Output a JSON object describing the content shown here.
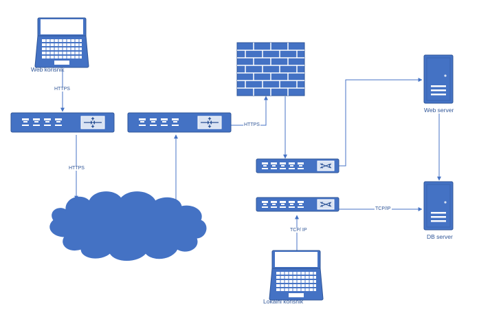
{
  "colors": {
    "device_fill": "#4472c4",
    "device_edge": "#2f5597",
    "line": "#4472c4",
    "label": "#2f5597"
  },
  "nodes": {
    "web_user": {
      "label": "Web korisnik",
      "icon": "laptop-icon"
    },
    "router_1": {
      "icon": "router-icon"
    },
    "router_2": {
      "icon": "router-icon"
    },
    "internet": {
      "icon": "cloud-icon"
    },
    "firewall": {
      "icon": "firewall-icon"
    },
    "switch_1": {
      "icon": "switch-icon"
    },
    "switch_2": {
      "icon": "switch-icon"
    },
    "web_server": {
      "label": "Web server",
      "icon": "server-icon"
    },
    "db_server": {
      "label": "DB server",
      "icon": "server-icon"
    },
    "local_user": {
      "label": "Lokalni korisnik",
      "icon": "laptop-icon"
    }
  },
  "edges": {
    "web_user_router1": "HTTPS",
    "router1_internet": "HTTPS",
    "router2_firewall": "HTTPS",
    "switch2_db": "TCP/IP",
    "local_switch2": "TCP/ IP"
  }
}
